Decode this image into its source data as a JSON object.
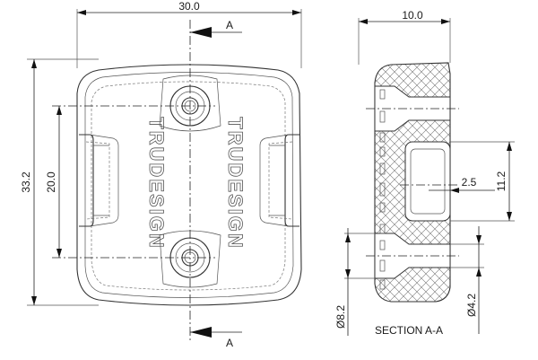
{
  "front_view": {
    "width_dim": "30.0",
    "height_dim": "33.2",
    "hole_spacing_dim": "20.0",
    "brand_text": "TRUDESIGN",
    "section_mark": "A"
  },
  "section_view": {
    "thickness_dim": "10.0",
    "slot_length_dim": "11.2",
    "slot_depth_dim": "2.5",
    "counterbore_dim": "Ø8.2",
    "hole_dim": "Ø4.2",
    "title": "SECTION A-A"
  }
}
